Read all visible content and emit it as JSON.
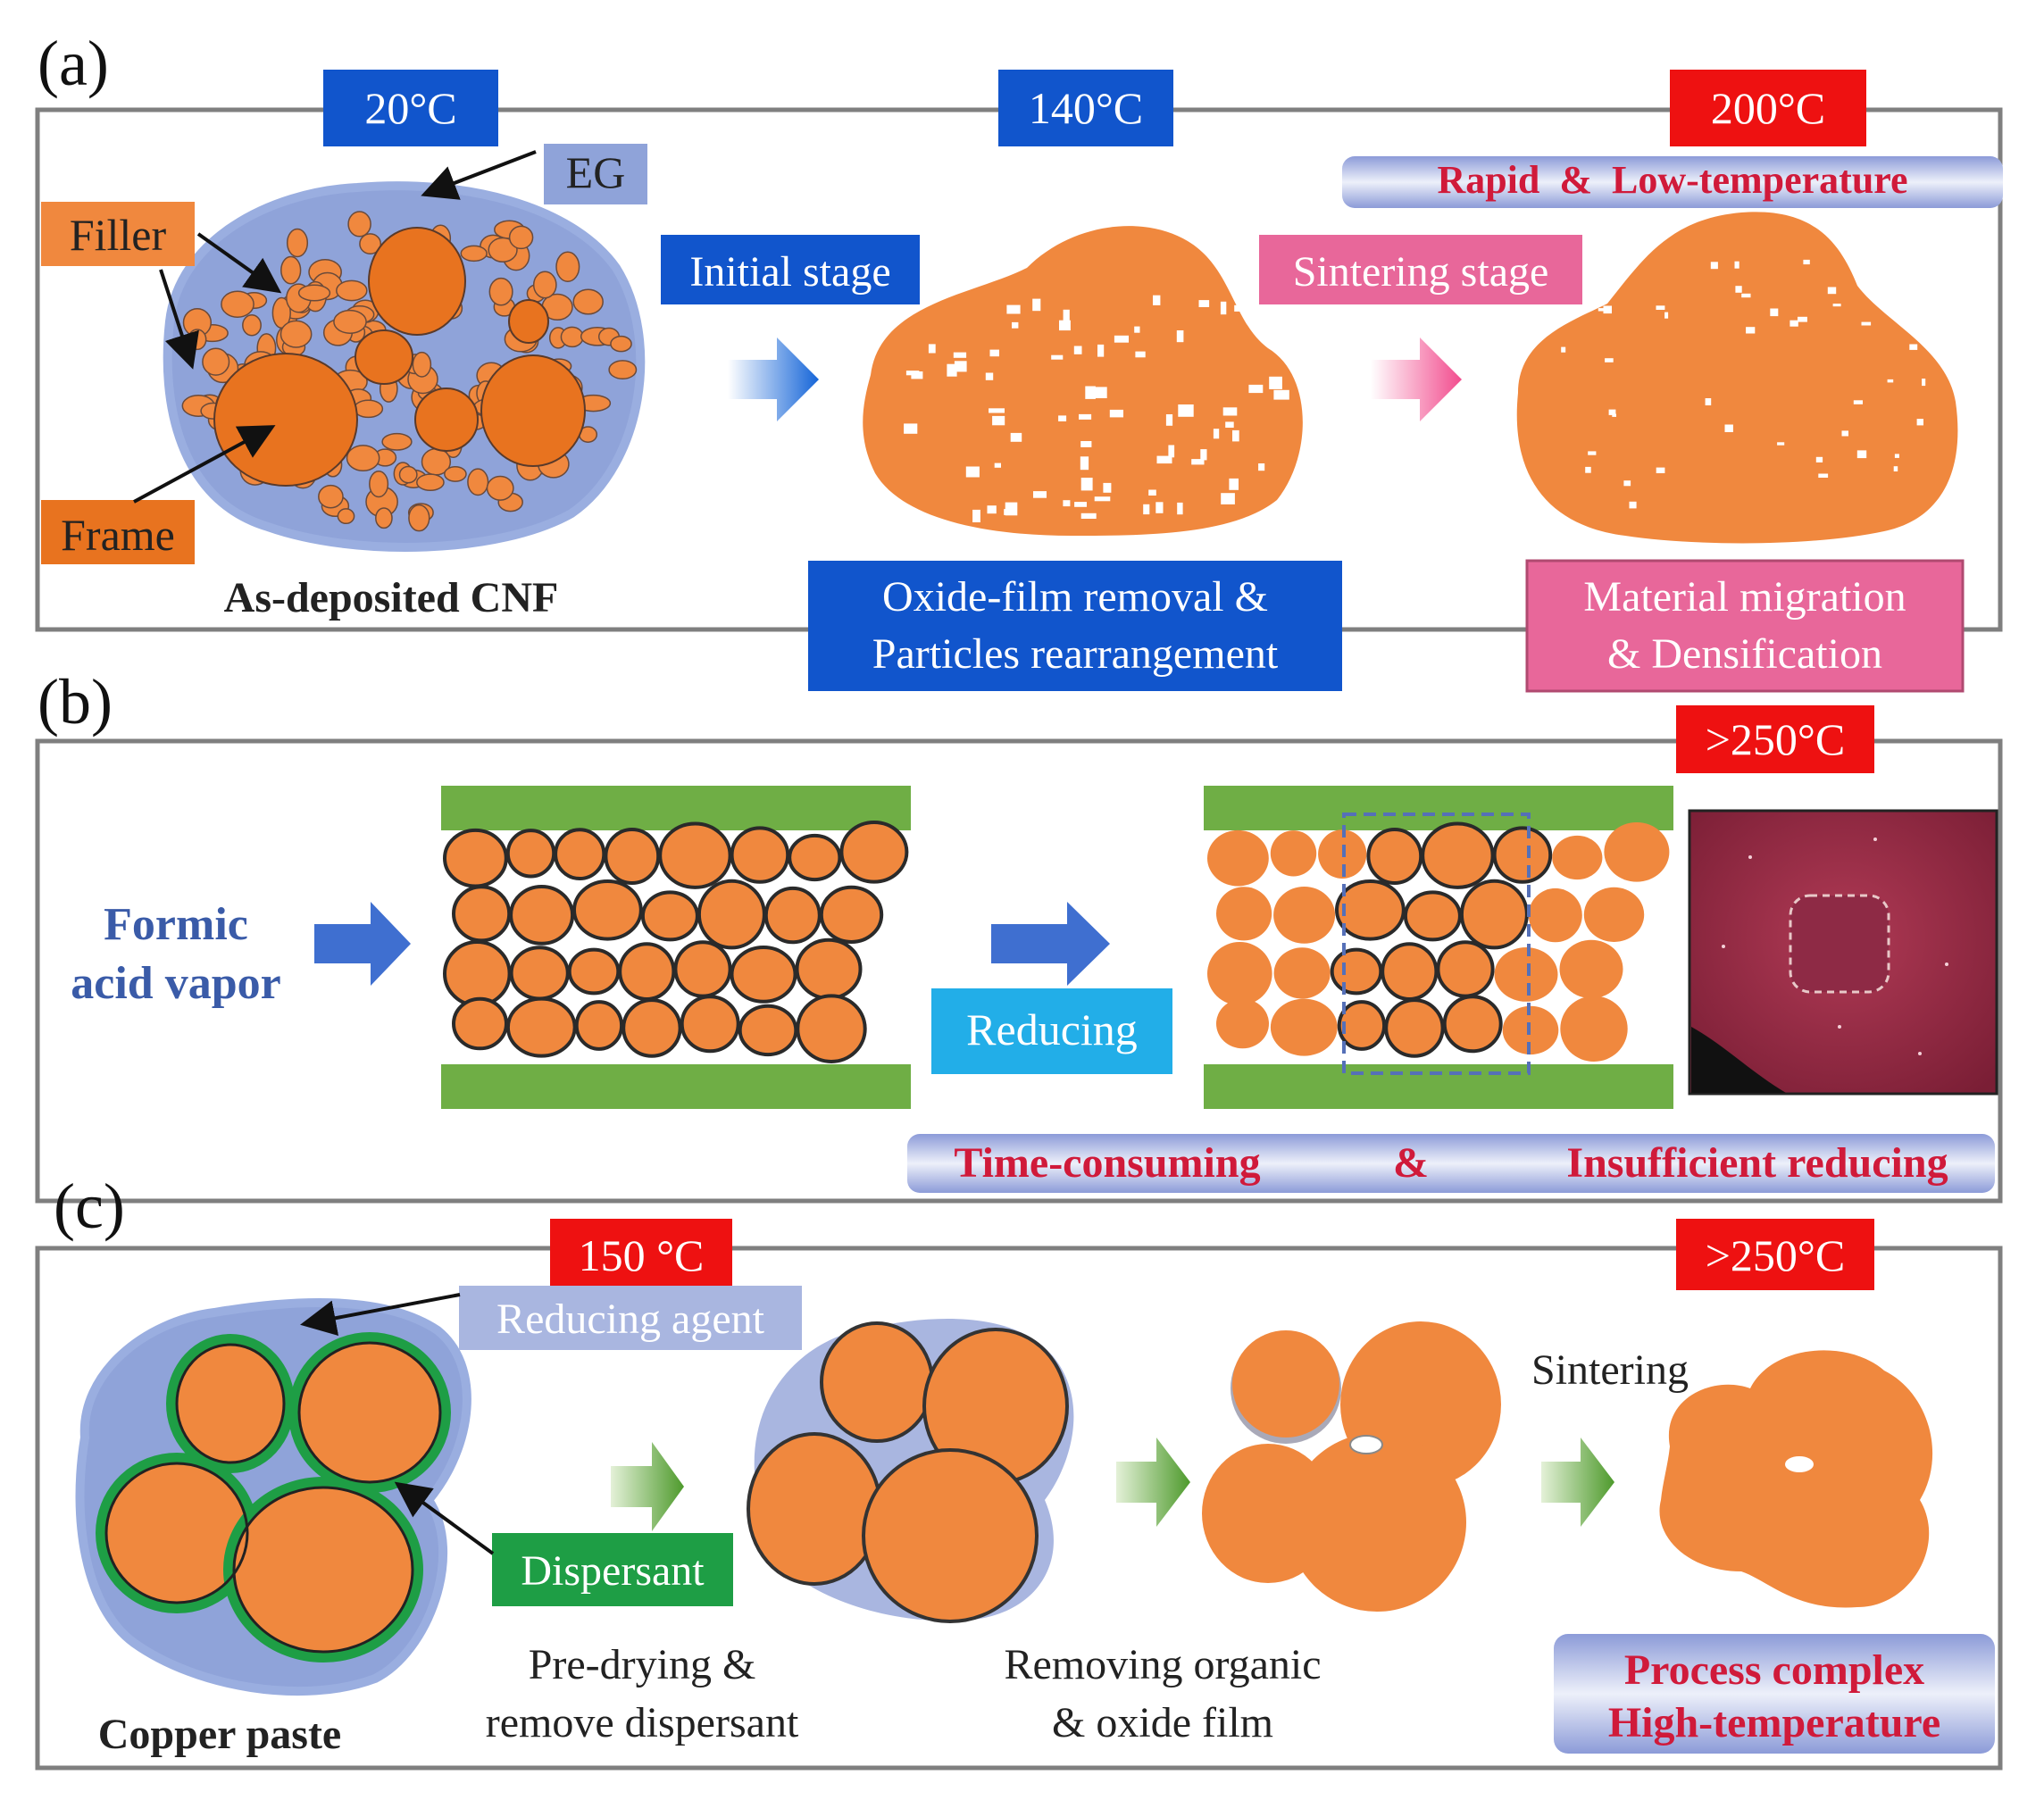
{
  "panel_a": {
    "letter": "(a)",
    "temps": [
      "20°C",
      "140°C",
      "200°C"
    ],
    "labels": {
      "eg": "EG",
      "filler": "Filler",
      "frame": "Frame",
      "caption": "As-deposited CNF"
    },
    "stage1": "Initial stage",
    "stage2": "Sintering stage",
    "highlight": "Rapid  &  Low-temperature",
    "desc1": [
      "Oxide-film removal &",
      "Particles rearrangement"
    ],
    "desc2": [
      "Material migration",
      "& Densification"
    ]
  },
  "panel_b": {
    "letter": "(b)",
    "temp": ">250°C",
    "vapor": [
      "Formic",
      "acid vapor"
    ],
    "reducing": "Reducing",
    "drawback_left": "Time-consuming",
    "drawback_amp": "&",
    "drawback_right": "Insufficient reducing"
  },
  "panel_c": {
    "letter": "(c)",
    "temps": [
      "150 °C",
      ">250°C"
    ],
    "reducing_agent": "Reducing agent",
    "dispersant": "Dispersant",
    "caption": "Copper paste",
    "step1": [
      "Pre-drying &",
      "remove dispersant"
    ],
    "step2": [
      "Removing organic",
      "& oxide film"
    ],
    "sintering": "Sintering",
    "drawback": [
      "Process complex",
      "High-temperature"
    ]
  },
  "colors": {
    "copper": "#F0883E",
    "copper_dark": "#E8731F",
    "blue_label": "#1155CC",
    "red_label": "#EE1111",
    "pink_label": "#E8679A",
    "eg": "#8FA3D9",
    "green": "#6FAE45",
    "dispersant": "#1E9E45",
    "cyan": "#22AEE8",
    "lavender": "#A9B6E0"
  }
}
